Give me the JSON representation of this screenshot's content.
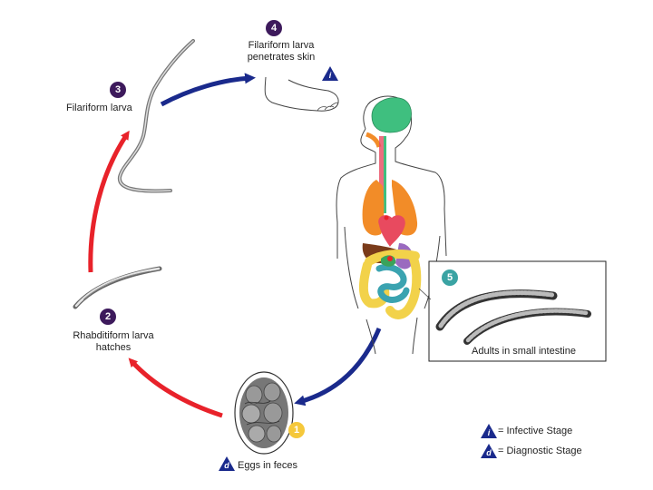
{
  "stages": {
    "s1": {
      "number": "1",
      "label": "Eggs in feces",
      "badge_letter": "d",
      "color": "#f5c83b"
    },
    "s2": {
      "number": "2",
      "label_line1": "Rhabditiform larva",
      "label_line2": "hatches",
      "color": "#3d1a5c"
    },
    "s3": {
      "number": "3",
      "label": "Filariform larva",
      "color": "#3d1a5c"
    },
    "s4": {
      "number": "4",
      "label_line1": "Filariform larva",
      "label_line2": "penetrates skin",
      "badge_letter": "i",
      "color": "#3d1a5c"
    },
    "s5": {
      "number": "5",
      "label": "Adults in small intestine",
      "color": "#3aa3a3"
    }
  },
  "legend": {
    "infective": {
      "letter": "i",
      "text": "= Infective Stage"
    },
    "diagnostic": {
      "letter": "d",
      "text": "= Diagnostic Stage"
    }
  },
  "colors": {
    "red_arrow": "#e8222a",
    "blue_arrow": "#1a2a8c",
    "badge_triangle": "#1a2a8c",
    "brain": "#3fbf7f",
    "lungs": "#f28c28",
    "heart": "#e84a5f",
    "liver": "#7a3b1a",
    "intestine_large": "#f2d24a",
    "intestine_small": "#3aa3b0"
  }
}
